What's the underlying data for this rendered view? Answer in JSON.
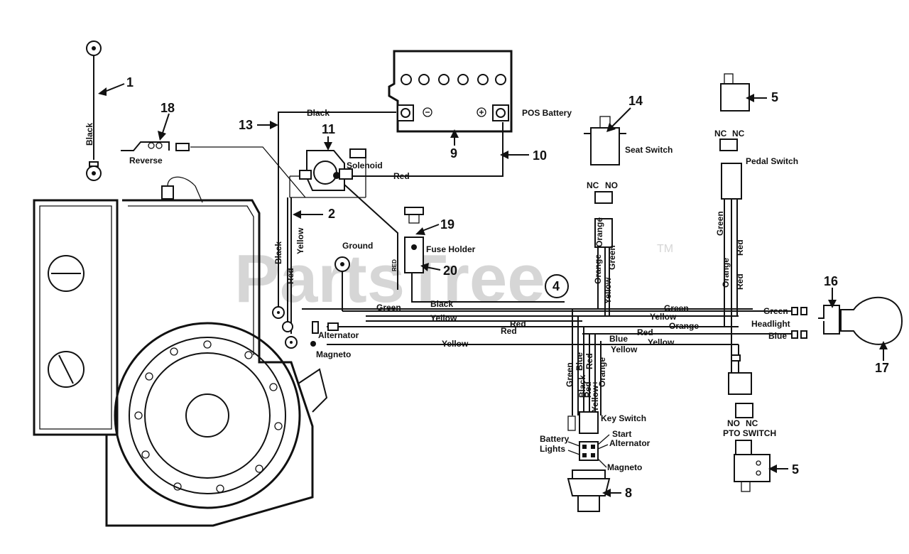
{
  "watermark": {
    "text": "PartsTree",
    "tm": "TM"
  },
  "wire_colors": {
    "black": "Black",
    "red": "Red",
    "yellow": "Yellow",
    "green": "Green",
    "orange": "Orange",
    "blue": "Blue",
    "black_short": "Black",
    "red_short": "Red",
    "yellow_plus": "Yellow+",
    "red_fuse": "RED"
  },
  "components": {
    "battery": "POS Battery",
    "seat_switch": "Seat Switch",
    "pedal_switch": "Pedal Switch",
    "solenoid": "Solenoid",
    "fuse_holder": "Fuse Holder",
    "ground": "Ground",
    "reverse": "Reverse",
    "alternator": "Alternator",
    "magneto": "Magneto",
    "headlight": "Headlight",
    "key_switch": "Key Switch",
    "pto_switch": "PTO SWITCH",
    "key_battery": "Battery",
    "key_lights": "Lights",
    "key_start": "Start",
    "key_alternator": "Alternator",
    "key_magneto": "Magneto"
  },
  "contacts": {
    "nc": "NC",
    "no": "NO"
  },
  "callouts": [
    "1",
    "2",
    "4",
    "5",
    "8",
    "9",
    "10",
    "11",
    "13",
    "14",
    "16",
    "17",
    "18",
    "19",
    "20"
  ]
}
